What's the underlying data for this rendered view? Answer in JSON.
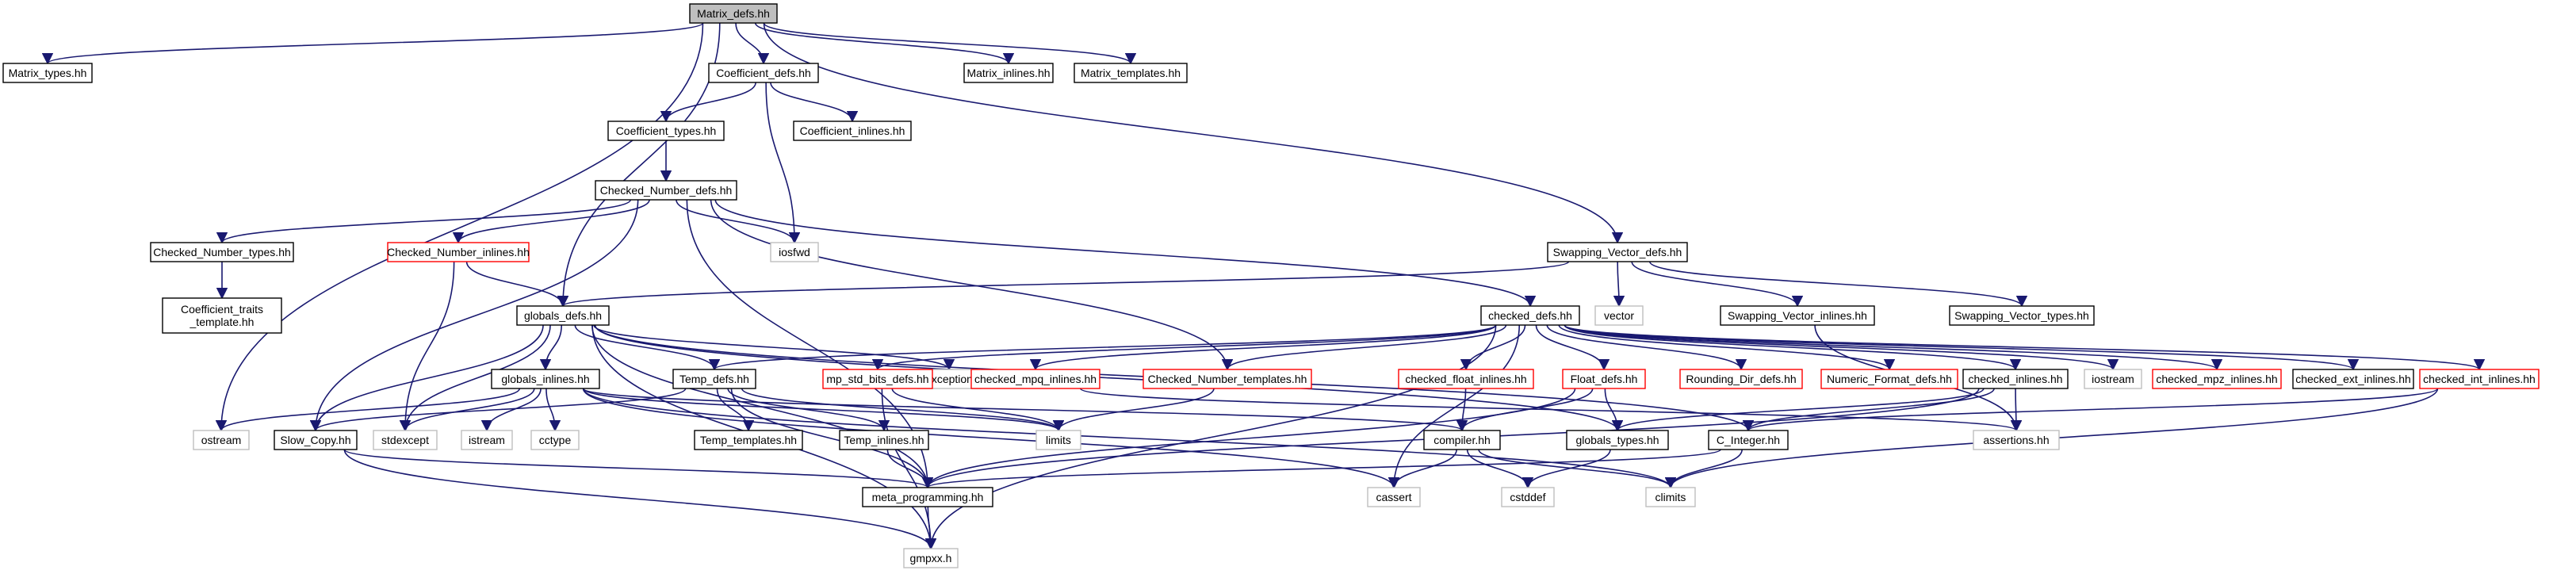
{
  "graph": {
    "colors": {
      "edge": "#191970",
      "root_fill": "#bfbfbf",
      "normal_border": "#000000",
      "linked_border": "#ff0000",
      "external_border": "#bfbfbf",
      "external_text": "#7f7f7f"
    },
    "nodes": [
      {
        "id": "matrix_defs",
        "label": "Matrix_defs.hh",
        "kind": "root"
      },
      {
        "id": "matrix_types",
        "label": "Matrix_types.hh",
        "kind": "normal"
      },
      {
        "id": "coefficient_defs",
        "label": "Coefficient_defs.hh",
        "kind": "normal"
      },
      {
        "id": "matrix_inlines",
        "label": "Matrix_inlines.hh",
        "kind": "normal"
      },
      {
        "id": "matrix_templates",
        "label": "Matrix_templates.hh",
        "kind": "normal"
      },
      {
        "id": "coefficient_types",
        "label": "Coefficient_types.hh",
        "kind": "normal"
      },
      {
        "id": "coefficient_inlines",
        "label": "Coefficient_inlines.hh",
        "kind": "normal"
      },
      {
        "id": "checked_number_defs",
        "label": "Checked_Number_defs.hh",
        "kind": "normal"
      },
      {
        "id": "checked_number_types",
        "label": "Checked_Number_types.hh",
        "kind": "normal"
      },
      {
        "id": "checked_number_inlines",
        "label": "Checked_Number_inlines.hh",
        "kind": "linked"
      },
      {
        "id": "iosfwd",
        "label": "iosfwd",
        "kind": "external"
      },
      {
        "id": "swapping_vector_defs",
        "label": "Swapping_Vector_defs.hh",
        "kind": "normal"
      },
      {
        "id": "coefficient_traits",
        "label": "Coefficient_traits\n_template.hh",
        "kind": "normal"
      },
      {
        "id": "globals_defs",
        "label": "globals_defs.hh",
        "kind": "normal"
      },
      {
        "id": "vector",
        "label": "vector",
        "kind": "external"
      },
      {
        "id": "swapping_vector_inlines",
        "label": "Swapping_Vector_inlines.hh",
        "kind": "normal"
      },
      {
        "id": "swapping_vector_types",
        "label": "Swapping_Vector_types.hh",
        "kind": "normal"
      },
      {
        "id": "checked_defs",
        "label": "checked_defs.hh",
        "kind": "normal"
      },
      {
        "id": "exception",
        "label": "exception",
        "kind": "external"
      },
      {
        "id": "globals_inlines",
        "label": "globals_inlines.hh",
        "kind": "normal"
      },
      {
        "id": "temp_defs",
        "label": "Temp_defs.hh",
        "kind": "normal"
      },
      {
        "id": "mp_std_bits_defs",
        "label": "mp_std_bits_defs.hh",
        "kind": "linked"
      },
      {
        "id": "checked_mpq_inlines",
        "label": "checked_mpq_inlines.hh",
        "kind": "linked"
      },
      {
        "id": "checked_number_templates",
        "label": "Checked_Number_templates.hh",
        "kind": "linked"
      },
      {
        "id": "checked_float_inlines",
        "label": "checked_float_inlines.hh",
        "kind": "linked"
      },
      {
        "id": "float_defs",
        "label": "Float_defs.hh",
        "kind": "linked"
      },
      {
        "id": "rounding_dir_defs",
        "label": "Rounding_Dir_defs.hh",
        "kind": "linked"
      },
      {
        "id": "numeric_format_defs",
        "label": "Numeric_Format_defs.hh",
        "kind": "linked"
      },
      {
        "id": "checked_inlines",
        "label": "checked_inlines.hh",
        "kind": "normal"
      },
      {
        "id": "iostream",
        "label": "iostream",
        "kind": "external"
      },
      {
        "id": "checked_mpz_inlines",
        "label": "checked_mpz_inlines.hh",
        "kind": "linked"
      },
      {
        "id": "checked_ext_inlines",
        "label": "checked_ext_inlines.hh",
        "kind": "normal"
      },
      {
        "id": "checked_int_inlines",
        "label": "checked_int_inlines.hh",
        "kind": "linked"
      },
      {
        "id": "ostream",
        "label": "ostream",
        "kind": "external"
      },
      {
        "id": "slow_copy",
        "label": "Slow_Copy.hh",
        "kind": "normal"
      },
      {
        "id": "stdexcept",
        "label": "stdexcept",
        "kind": "external"
      },
      {
        "id": "istream",
        "label": "istream",
        "kind": "external"
      },
      {
        "id": "cctype",
        "label": "cctype",
        "kind": "external"
      },
      {
        "id": "temp_templates",
        "label": "Temp_templates.hh",
        "kind": "normal"
      },
      {
        "id": "temp_inlines",
        "label": "Temp_inlines.hh",
        "kind": "normal"
      },
      {
        "id": "limits",
        "label": "limits",
        "kind": "external"
      },
      {
        "id": "compiler",
        "label": "compiler.hh",
        "kind": "normal"
      },
      {
        "id": "globals_types",
        "label": "globals_types.hh",
        "kind": "normal"
      },
      {
        "id": "c_integer",
        "label": "C_Integer.hh",
        "kind": "normal"
      },
      {
        "id": "assertions",
        "label": "assertions.hh",
        "kind": "external"
      },
      {
        "id": "meta_programming",
        "label": "meta_programming.hh",
        "kind": "normal"
      },
      {
        "id": "cassert",
        "label": "cassert",
        "kind": "external"
      },
      {
        "id": "cstddef",
        "label": "cstddef",
        "kind": "external"
      },
      {
        "id": "climits",
        "label": "climits",
        "kind": "external"
      },
      {
        "id": "gmpxx",
        "label": "gmpxx.h",
        "kind": "external"
      }
    ],
    "edges": [
      [
        "matrix_defs",
        "matrix_types"
      ],
      [
        "matrix_defs",
        "coefficient_defs"
      ],
      [
        "matrix_defs",
        "matrix_inlines"
      ],
      [
        "matrix_defs",
        "matrix_templates"
      ],
      [
        "matrix_defs",
        "swapping_vector_defs"
      ],
      [
        "matrix_defs",
        "globals_defs"
      ],
      [
        "matrix_defs",
        "ostream"
      ],
      [
        "coefficient_defs",
        "coefficient_types"
      ],
      [
        "coefficient_defs",
        "coefficient_inlines"
      ],
      [
        "coefficient_defs",
        "iosfwd"
      ],
      [
        "coefficient_types",
        "checked_number_defs"
      ],
      [
        "checked_number_defs",
        "checked_number_types"
      ],
      [
        "checked_number_defs",
        "checked_number_inlines"
      ],
      [
        "checked_number_defs",
        "iosfwd"
      ],
      [
        "checked_number_defs",
        "checked_defs"
      ],
      [
        "checked_number_defs",
        "slow_copy"
      ],
      [
        "checked_number_defs",
        "meta_programming"
      ],
      [
        "checked_number_defs",
        "checked_number_templates"
      ],
      [
        "checked_number_types",
        "coefficient_traits"
      ],
      [
        "checked_number_inlines",
        "globals_defs"
      ],
      [
        "checked_number_inlines",
        "stdexcept"
      ],
      [
        "swapping_vector_defs",
        "globals_defs"
      ],
      [
        "swapping_vector_defs",
        "vector"
      ],
      [
        "swapping_vector_defs",
        "swapping_vector_inlines"
      ],
      [
        "swapping_vector_defs",
        "swapping_vector_types"
      ],
      [
        "swapping_vector_inlines",
        "assertions"
      ],
      [
        "globals_defs",
        "exception"
      ],
      [
        "globals_defs",
        "globals_inlines"
      ],
      [
        "globals_defs",
        "temp_defs"
      ],
      [
        "globals_defs",
        "slow_copy"
      ],
      [
        "globals_defs",
        "meta_programming"
      ],
      [
        "globals_defs",
        "gmpxx"
      ],
      [
        "globals_defs",
        "globals_types"
      ],
      [
        "globals_defs",
        "c_integer"
      ],
      [
        "globals_defs",
        "stdexcept"
      ],
      [
        "checked_defs",
        "mp_std_bits_defs"
      ],
      [
        "checked_defs",
        "checked_mpq_inlines"
      ],
      [
        "checked_defs",
        "checked_number_templates"
      ],
      [
        "checked_defs",
        "checked_float_inlines"
      ],
      [
        "checked_defs",
        "float_defs"
      ],
      [
        "checked_defs",
        "rounding_dir_defs"
      ],
      [
        "checked_defs",
        "numeric_format_defs"
      ],
      [
        "checked_defs",
        "checked_inlines"
      ],
      [
        "checked_defs",
        "iostream"
      ],
      [
        "checked_defs",
        "checked_mpz_inlines"
      ],
      [
        "checked_defs",
        "checked_ext_inlines"
      ],
      [
        "checked_defs",
        "checked_int_inlines"
      ],
      [
        "checked_defs",
        "temp_defs"
      ],
      [
        "checked_defs",
        "cassert"
      ],
      [
        "checked_defs",
        "gmpxx"
      ],
      [
        "globals_inlines",
        "ostream"
      ],
      [
        "globals_inlines",
        "stdexcept"
      ],
      [
        "globals_inlines",
        "istream"
      ],
      [
        "globals_inlines",
        "cctype"
      ],
      [
        "globals_inlines",
        "compiler"
      ],
      [
        "globals_inlines",
        "cassert"
      ],
      [
        "globals_inlines",
        "limits"
      ],
      [
        "temp_defs",
        "temp_templates"
      ],
      [
        "temp_defs",
        "temp_inlines"
      ],
      [
        "temp_defs",
        "meta_programming"
      ],
      [
        "temp_defs",
        "slow_copy"
      ],
      [
        "temp_defs",
        "limits"
      ],
      [
        "mp_std_bits_defs",
        "limits"
      ],
      [
        "mp_std_bits_defs",
        "gmpxx"
      ],
      [
        "checked_mpq_inlines",
        "assertions"
      ],
      [
        "checked_number_templates",
        "limits"
      ],
      [
        "checked_float_inlines",
        "compiler"
      ],
      [
        "float_defs",
        "compiler"
      ],
      [
        "float_defs",
        "globals_types"
      ],
      [
        "float_defs",
        "meta_programming"
      ],
      [
        "checked_inlines",
        "c_integer"
      ],
      [
        "checked_inlines",
        "assertions"
      ],
      [
        "checked_inlines",
        "globals_types"
      ],
      [
        "checked_inlines",
        "meta_programming"
      ],
      [
        "checked_int_inlines",
        "c_integer"
      ],
      [
        "checked_int_inlines",
        "climits"
      ],
      [
        "temp_inlines",
        "meta_programming"
      ],
      [
        "slow_copy",
        "meta_programming"
      ],
      [
        "slow_copy",
        "gmpxx"
      ],
      [
        "compiler",
        "cassert"
      ],
      [
        "compiler",
        "cstddef"
      ],
      [
        "compiler",
        "climits"
      ],
      [
        "globals_types",
        "cstddef"
      ],
      [
        "c_integer",
        "meta_programming"
      ],
      [
        "c_integer",
        "climits"
      ],
      [
        "meta_programming",
        "gmpxx"
      ],
      [
        "globals_inlines",
        "climits"
      ]
    ]
  }
}
